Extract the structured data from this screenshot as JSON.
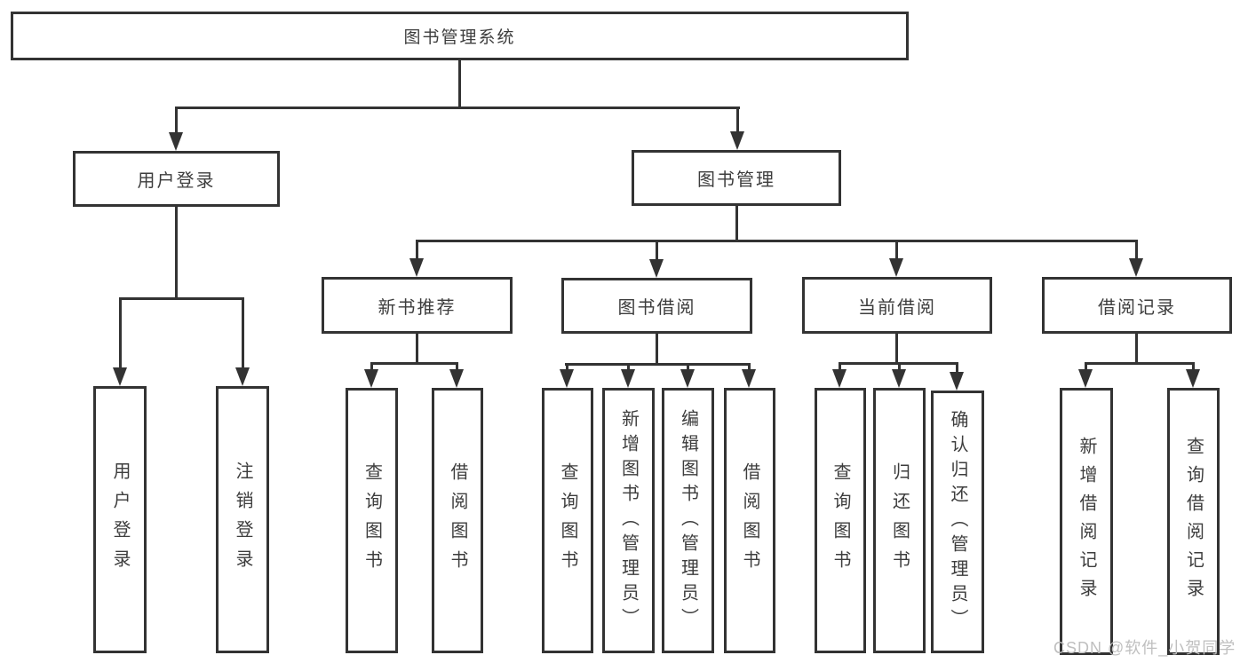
{
  "title": "图书管理系统",
  "level2": {
    "user_login": "用户登录",
    "book_management": "图书管理"
  },
  "level3": {
    "new_books": "新书推荐",
    "book_borrow": "图书借阅",
    "current_borrow": "当前借阅",
    "borrow_records": "借阅记录"
  },
  "leaves": {
    "user_login": [
      "用户登录",
      "注销登录"
    ],
    "new_books": [
      "查询图书",
      "借阅图书"
    ],
    "book_borrow": [
      "查询图书",
      "新增图书（管理员）",
      "编辑图书（管理员）",
      "借阅图书"
    ],
    "current_borrow": [
      "查询图书",
      "归还图书",
      "确认归还（管理员）"
    ],
    "borrow_records": [
      "新增借阅记录",
      "查询借阅记录"
    ]
  },
  "watermark": "CSDN @软件_小贺同学",
  "colors": {
    "line": "#333333",
    "text": "#3d3d3d",
    "watermark": "#bfbfbf",
    "background": "#ffffff"
  }
}
